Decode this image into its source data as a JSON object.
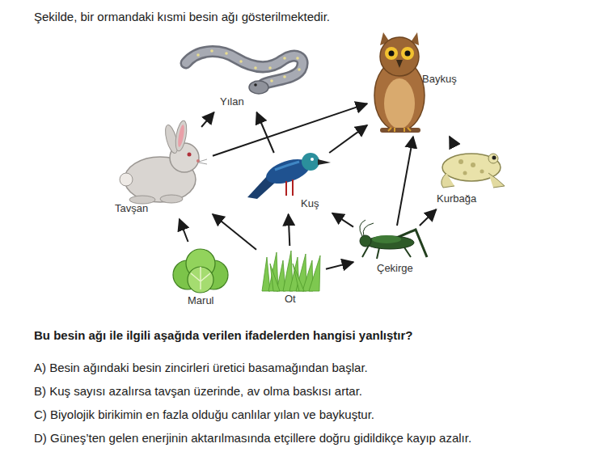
{
  "diagram": {
    "title": "Şekilde, bir ormandaki kısmi besin ağı gösterilmektedir.",
    "nodes": [
      {
        "text": [
          "Yılan"
        ]
      },
      {
        "text": [
          "Baykuş"
        ]
      },
      {
        "text": [
          "Tavşan"
        ]
      },
      {
        "text": [
          "Kuş"
        ]
      },
      {
        "text": [
          "Kurbağa"
        ]
      },
      {
        "text": [
          "Marul"
        ]
      },
      {
        "text": [
          "Ot"
        ]
      },
      {
        "text": [
          "Çekirge"
        ]
      }
    ],
    "edges": [
      {
        "from": 5,
        "to": 2,
        "arrow": "to"
      },
      {
        "from": 6,
        "to": 2,
        "arrow": "to"
      },
      {
        "from": 6,
        "to": 3,
        "arrow": "to"
      },
      {
        "from": 6,
        "to": 7,
        "arrow": "to"
      },
      {
        "from": 2,
        "to": 0,
        "arrow": "to"
      },
      {
        "from": 2,
        "to": 1,
        "arrow": "to"
      },
      {
        "from": 3,
        "to": 0,
        "arrow": "to"
      },
      {
        "from": 3,
        "to": 1,
        "arrow": "to"
      },
      {
        "from": 7,
        "to": 3,
        "arrow": "to"
      },
      {
        "from": 7,
        "to": 1,
        "arrow": "to"
      },
      {
        "from": 7,
        "to": 4,
        "arrow": "to"
      },
      {
        "from": 4,
        "to": 1,
        "arrow": "to"
      }
    ],
    "labels": [
      "Bu besin ağı ile ilgili aşağıda verilen ifadelerden hangisi yanlıştır?",
      "A) Besin ağındaki besin zincirleri üretici basamağından başlar.",
      "B) Kuş sayısı azalırsa tavşan üzerinde, av olma baskısı artar.",
      "C) Biyolojik birikimin en fazla olduğu canlılar yılan ve baykuştur.",
      "D) Güneş’ten gelen enerjinin aktarılmasında etçillere doğru gidildikçe kayıp azalır."
    ]
  }
}
